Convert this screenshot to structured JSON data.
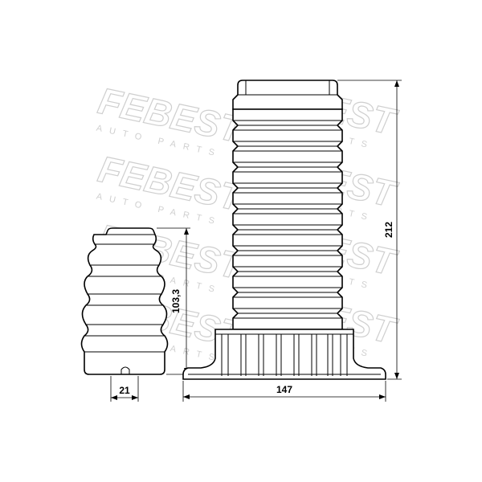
{
  "watermark": {
    "brand": "FEBEST",
    "tagline": "AUTO PARTS"
  },
  "dimensions": {
    "bump_stop_height": "103,3",
    "bump_stop_hole": "21",
    "boot_height": "212",
    "boot_base_width": "147"
  },
  "colors": {
    "line": "#000000",
    "watermark": "#cfcfcf",
    "background": "#ffffff"
  }
}
